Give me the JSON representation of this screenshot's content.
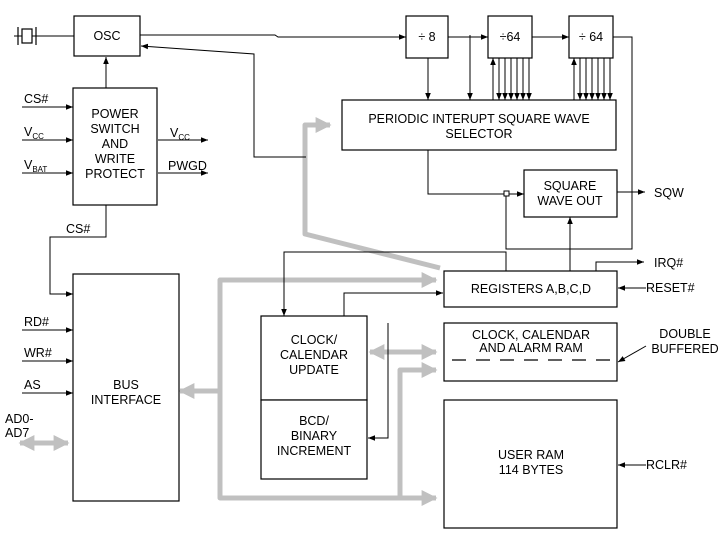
{
  "blocks": {
    "osc": "OSC",
    "div8": "÷ 8",
    "div64a": "÷64",
    "div64b": "÷ 64",
    "selector": [
      "PERIODIC INTERUPT SQUARE WAVE",
      "SELECTOR"
    ],
    "power": [
      "POWER",
      "SWITCH",
      "AND",
      "WRITE",
      "PROTECT"
    ],
    "sqw_out": [
      "SQUARE",
      "WAVE OUT"
    ],
    "registers": "REGISTERS A,B,C,D",
    "clock_ram": [
      "CLOCK, CALENDAR",
      "AND ALARM RAM"
    ],
    "clock_update": [
      "CLOCK/",
      "CALENDAR",
      "UPDATE"
    ],
    "bcd": [
      "BCD/",
      "BINARY",
      "INCREMENT"
    ],
    "bus_interface": [
      "BUS",
      "INTERFACE"
    ],
    "user_ram": [
      "USER RAM",
      "114 BYTES"
    ]
  },
  "signals": {
    "cs_in": "CS#",
    "vcc_in": "V",
    "vcc_in_sub": "CC",
    "vbat_in": "V",
    "vbat_in_sub": "BAT",
    "vcc_out": "V",
    "vcc_out_sub": "CC",
    "pwgd": "PWGD",
    "cs_out": "CS#",
    "rd": "RD#",
    "wr": "WR#",
    "as": "AS",
    "ad0": "AD0-",
    "ad7": "AD7",
    "sqw": "SQW",
    "irq": "IRQ#",
    "reset": "RESET#",
    "double_buffered": [
      "DOUBLE",
      "BUFFERED"
    ],
    "rclr": "RCLR#"
  }
}
